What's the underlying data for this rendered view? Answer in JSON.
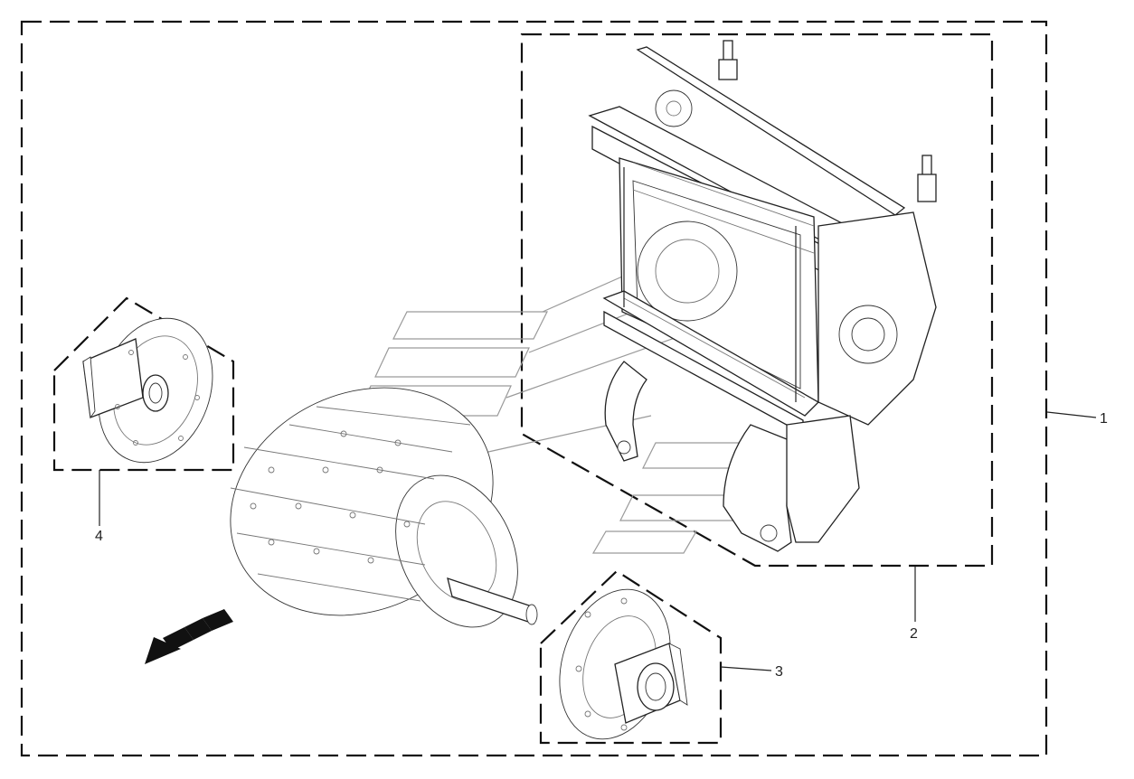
{
  "callouts": [
    {
      "id": "1",
      "label": "1"
    },
    {
      "id": "2",
      "label": "2"
    },
    {
      "id": "3",
      "label": "3"
    },
    {
      "id": "4",
      "label": "4"
    }
  ],
  "icons": [
    "direction-arrow-icon"
  ],
  "colors": {
    "line": "#111111",
    "background": "#ffffff",
    "watermark": "#9a9a9a"
  }
}
